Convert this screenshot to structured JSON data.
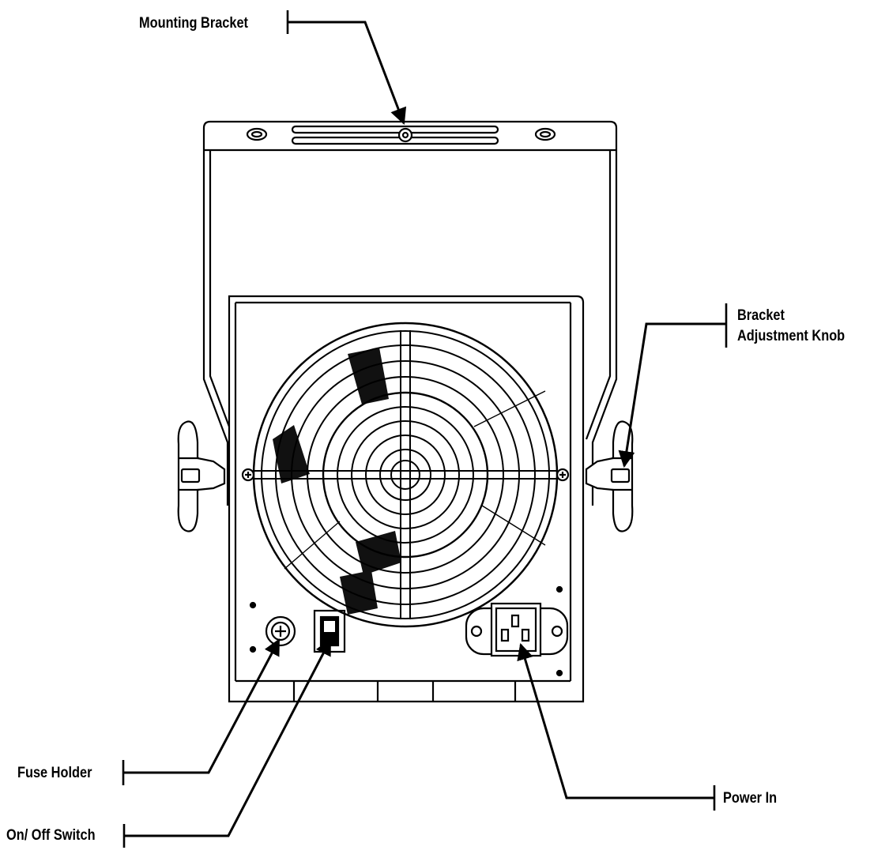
{
  "callouts": {
    "mounting_bracket": "Mounting Bracket",
    "bracket_knob_line1": "Bracket",
    "bracket_knob_line2": "Adjustment Knob",
    "fuse_holder": "Fuse Holder",
    "on_off_switch": "On/ Off Switch",
    "power_in": "Power In"
  },
  "colors": {
    "ink": "#000000",
    "background": "#ffffff",
    "blade": "#111111"
  }
}
